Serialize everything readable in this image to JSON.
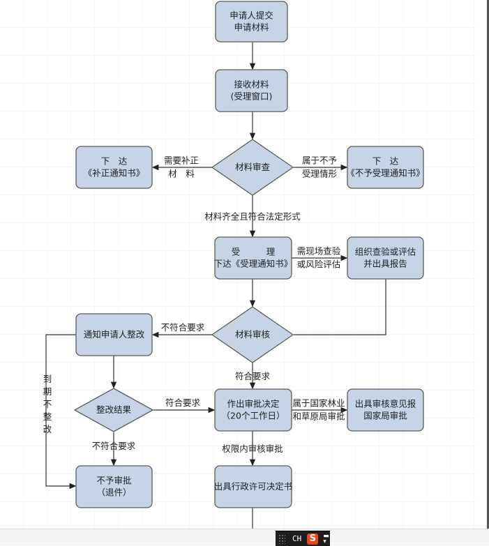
{
  "flowchart": {
    "nodes": {
      "submit": [
        "申请人提交",
        "申请材料"
      ],
      "receive": [
        "接收材料",
        "(受理窗口)"
      ],
      "review_materials": [
        "材料审查"
      ],
      "issue_correction": [
        "下　达",
        "《补正通知书》"
      ],
      "issue_rejection": [
        "下　达",
        "《不予受理通知书》"
      ],
      "accept": [
        "受　　　理",
        "下达《受理通知书》"
      ],
      "inspect": [
        "组织查验或评估",
        "并出具报告"
      ],
      "audit_materials": [
        "材料审核"
      ],
      "notify_rectify": [
        "通知申请人整改"
      ],
      "rectify_result": [
        "整改结果"
      ],
      "decide": [
        "作出审批决定",
        "（20个工作日）"
      ],
      "report_national": [
        "出具审核意见报",
        "国家局审批"
      ],
      "no_approval": [
        "不予审批",
        "（退件）"
      ],
      "issue_license": [
        "出具行政许可决定书"
      ]
    },
    "edges": {
      "need_correction": [
        "需要补正",
        "材　料"
      ],
      "not_accept": [
        "属于不予",
        "受理情形"
      ],
      "complete": "材料齐全且符合法定形式",
      "need_inspection": [
        "需现场查验",
        "或风险评估"
      ],
      "not_meet": "不符合要求",
      "meet": "符合要求",
      "rectify_meet": "符合要求",
      "rectify_not_meet": "不符合要求",
      "expired": [
        "到",
        "期",
        "不",
        "整",
        "改"
      ],
      "national": [
        "属于国家林业",
        "和草原局审批"
      ],
      "within_authority": "权限内审核审批"
    },
    "colors": {
      "node_fill": "#c6d4e6",
      "node_stroke": "#5a5a5a",
      "grid": "#eeeeee"
    }
  },
  "taskbar": {
    "ime_lang": "CH",
    "ime_logo": "S"
  }
}
